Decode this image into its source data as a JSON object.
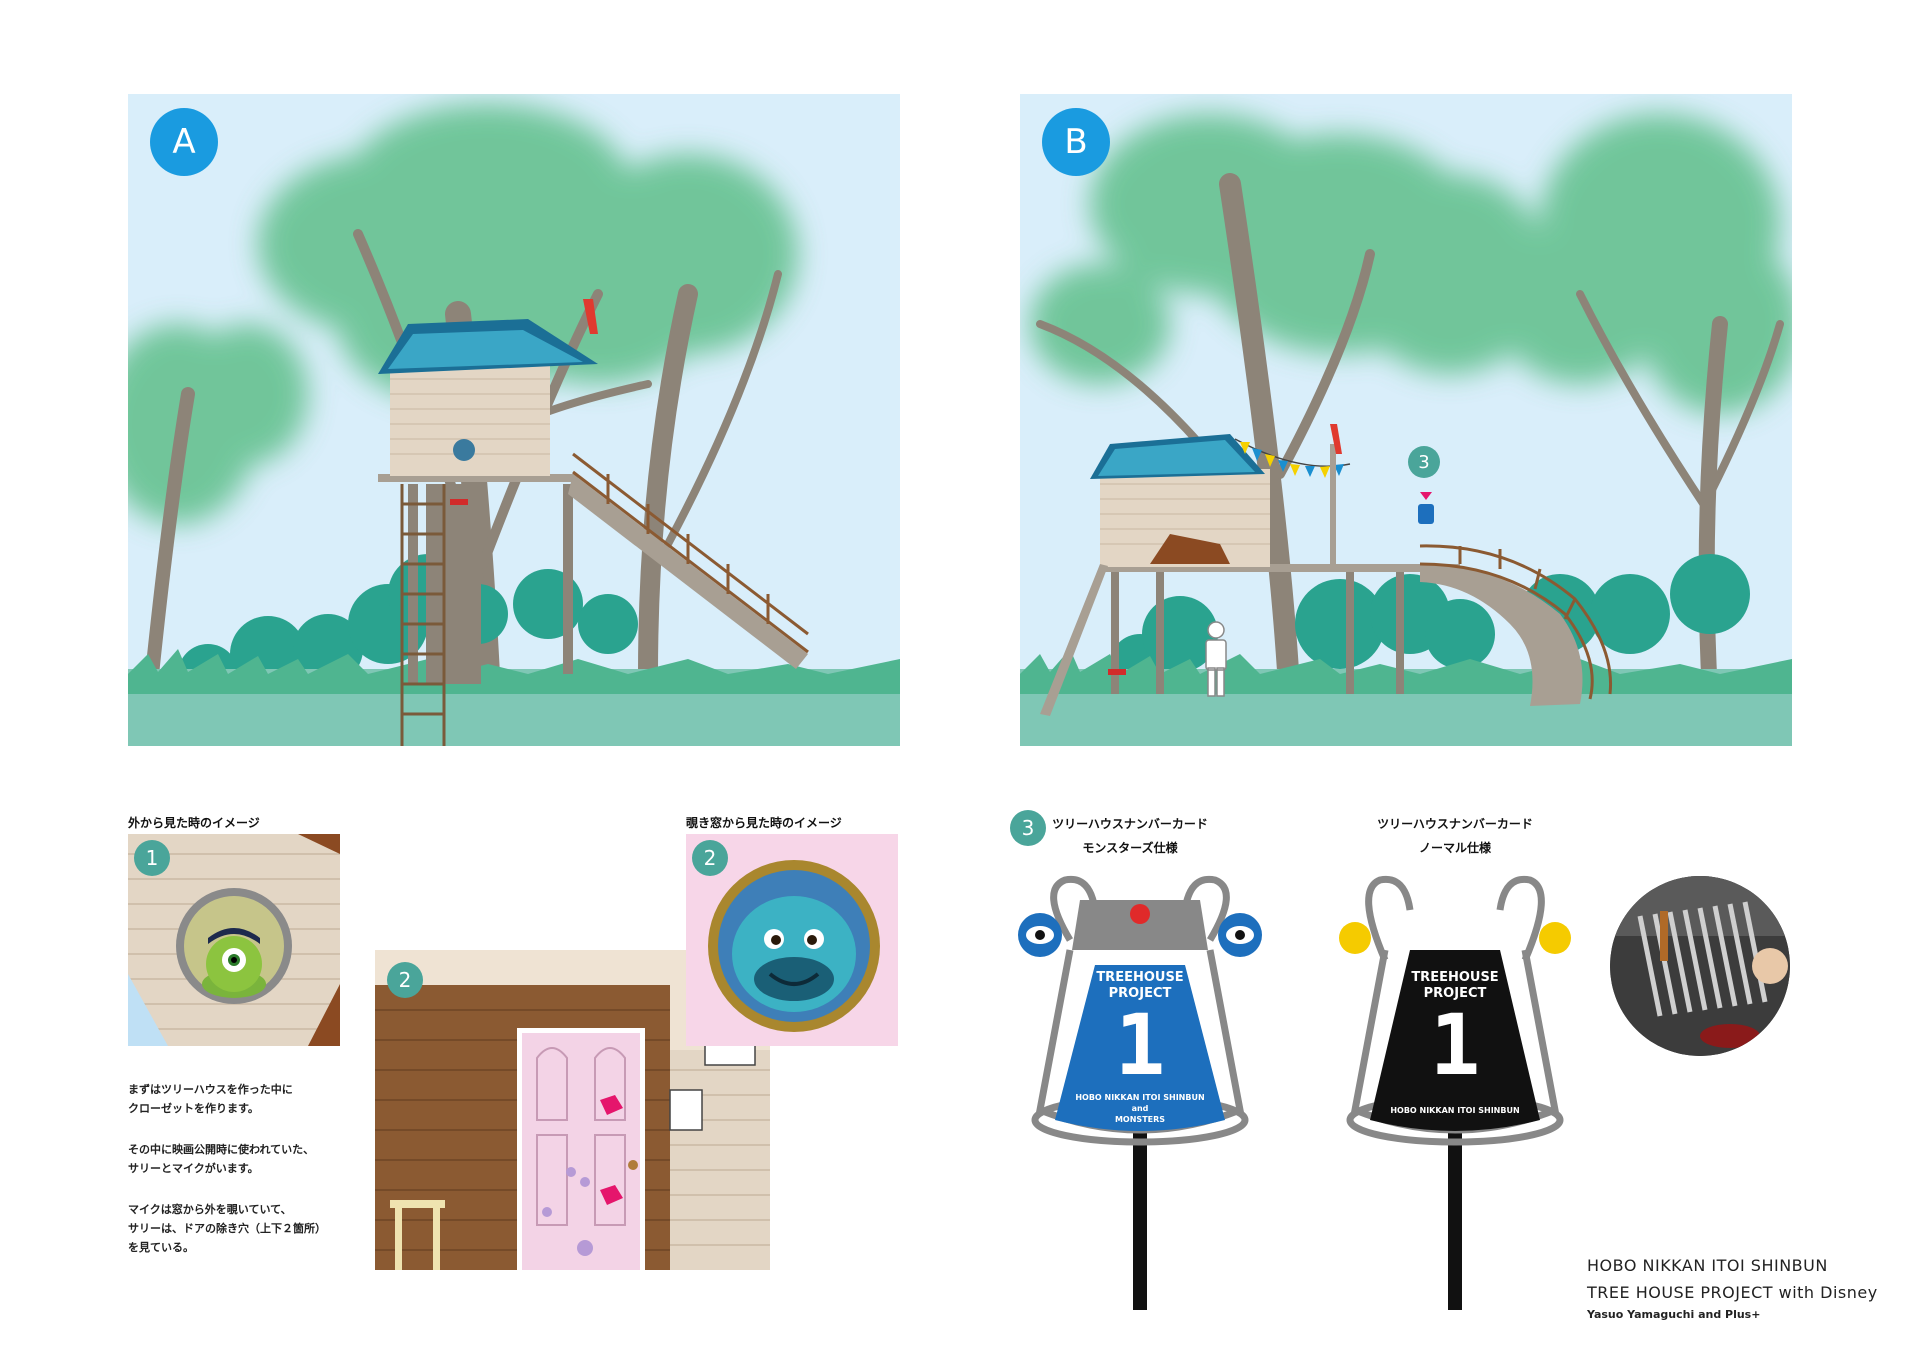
{
  "scene_a": {
    "badge": "A"
  },
  "scene_b": {
    "badge": "B",
    "marker": "3"
  },
  "panel_1": {
    "caption": "外から見た時のイメージ",
    "badge": "1"
  },
  "panel_2_door": {
    "badge": "2"
  },
  "panel_2_peep": {
    "caption": "覗き窓から見た時のイメージ",
    "badge": "2"
  },
  "description": [
    "まずはツリーハウスを作った中に\nクローゼットを作ります。",
    "その中に映画公開時に使われていた、\nサリーとマイクがいます。",
    "マイクは窓から外を覗いていて、\nサリーは、ドアの除き穴（上下２箇所）\nを見ている。"
  ],
  "card_section": {
    "badge": "3",
    "monsters": {
      "caption_line1": "ツリーハウスナンバーカード",
      "caption_line2": "モンスターズ仕様",
      "title": "TREEHOUSE\nPROJECT",
      "number": "1",
      "footer": "HOBO NIKKAN ITOI SHINBUN\nand\nMONSTERS",
      "color": "#1d6fbd"
    },
    "normal": {
      "caption_line1": "ツリーハウスナンバーカード",
      "caption_line2": "ノーマル仕様",
      "title": "TREEHOUSE\nPROJECT",
      "number": "1",
      "footer": "HOBO NIKKAN ITOI SHINBUN",
      "color": "#111111"
    }
  },
  "credit": {
    "line1": "HOBO NIKKAN ITOI SHINBUN",
    "line2": "TREE HOUSE PROJECT with Disney",
    "line3": "Yasuo Yamaguchi and Plus+"
  },
  "colors": {
    "sky": "#d9eefa",
    "foliage": "#5fbf8a",
    "ground": "#7fc7b5",
    "badge_blue": "#1a9be0",
    "badge_teal": "#4aa59a",
    "door_pink": "#f3d3e6",
    "wood": "#8b5a32"
  }
}
